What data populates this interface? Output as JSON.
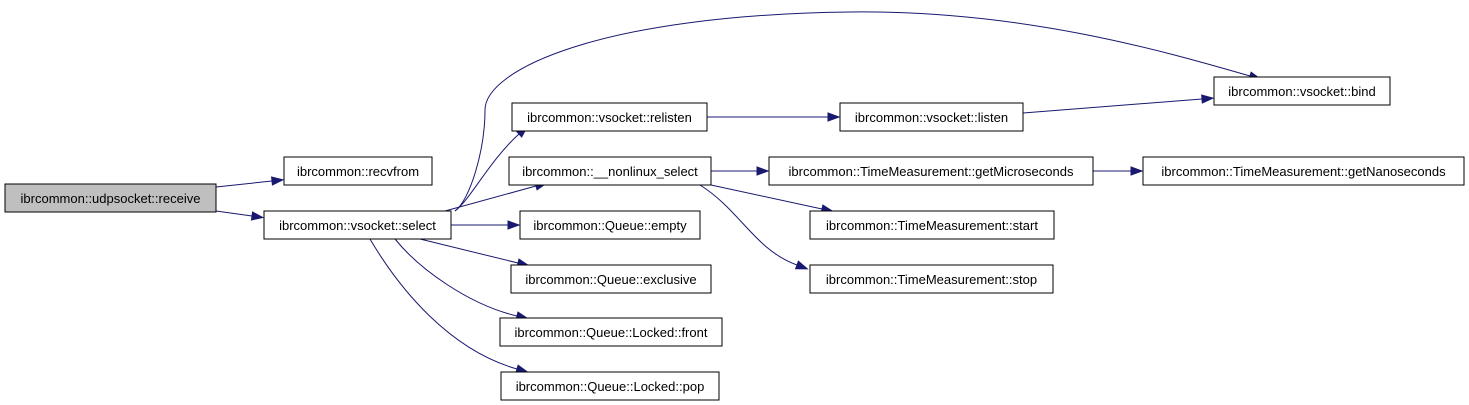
{
  "colors": {
    "edge": "#191970",
    "node_fill": "#ffffff",
    "root_fill": "#bfbfbf",
    "border": "#000000"
  },
  "nodes": {
    "receive": {
      "label": "ibrcommon::udpsocket::receive",
      "root": true
    },
    "recvfrom": {
      "label": "ibrcommon::recvfrom"
    },
    "select": {
      "label": "ibrcommon::vsocket::select"
    },
    "relisten": {
      "label": "ibrcommon::vsocket::relisten"
    },
    "nonlinux_select": {
      "label": "ibrcommon::__nonlinux_select"
    },
    "queue_empty": {
      "label": "ibrcommon::Queue::empty"
    },
    "queue_exclusive": {
      "label": "ibrcommon::Queue::exclusive"
    },
    "locked_front": {
      "label": "ibrcommon::Queue::Locked::front"
    },
    "locked_pop": {
      "label": "ibrcommon::Queue::Locked::pop"
    },
    "listen": {
      "label": "ibrcommon::vsocket::listen"
    },
    "bind": {
      "label": "ibrcommon::vsocket::bind"
    },
    "get_microseconds": {
      "label": "ibrcommon::TimeMeasurement::getMicroseconds"
    },
    "get_nanoseconds": {
      "label": "ibrcommon::TimeMeasurement::getNanoseconds"
    },
    "tm_start": {
      "label": "ibrcommon::TimeMeasurement::start"
    },
    "tm_stop": {
      "label": "ibrcommon::TimeMeasurement::stop"
    }
  },
  "edges": [
    {
      "from": "receive",
      "to": "recvfrom"
    },
    {
      "from": "receive",
      "to": "select"
    },
    {
      "from": "select",
      "to": "bind"
    },
    {
      "from": "select",
      "to": "relisten"
    },
    {
      "from": "select",
      "to": "nonlinux_select"
    },
    {
      "from": "select",
      "to": "queue_empty"
    },
    {
      "from": "select",
      "to": "queue_exclusive"
    },
    {
      "from": "select",
      "to": "locked_front"
    },
    {
      "from": "select",
      "to": "locked_pop"
    },
    {
      "from": "relisten",
      "to": "listen"
    },
    {
      "from": "listen",
      "to": "bind"
    },
    {
      "from": "nonlinux_select",
      "to": "get_microseconds"
    },
    {
      "from": "nonlinux_select",
      "to": "tm_start"
    },
    {
      "from": "nonlinux_select",
      "to": "tm_stop"
    },
    {
      "from": "get_microseconds",
      "to": "get_nanoseconds"
    }
  ]
}
